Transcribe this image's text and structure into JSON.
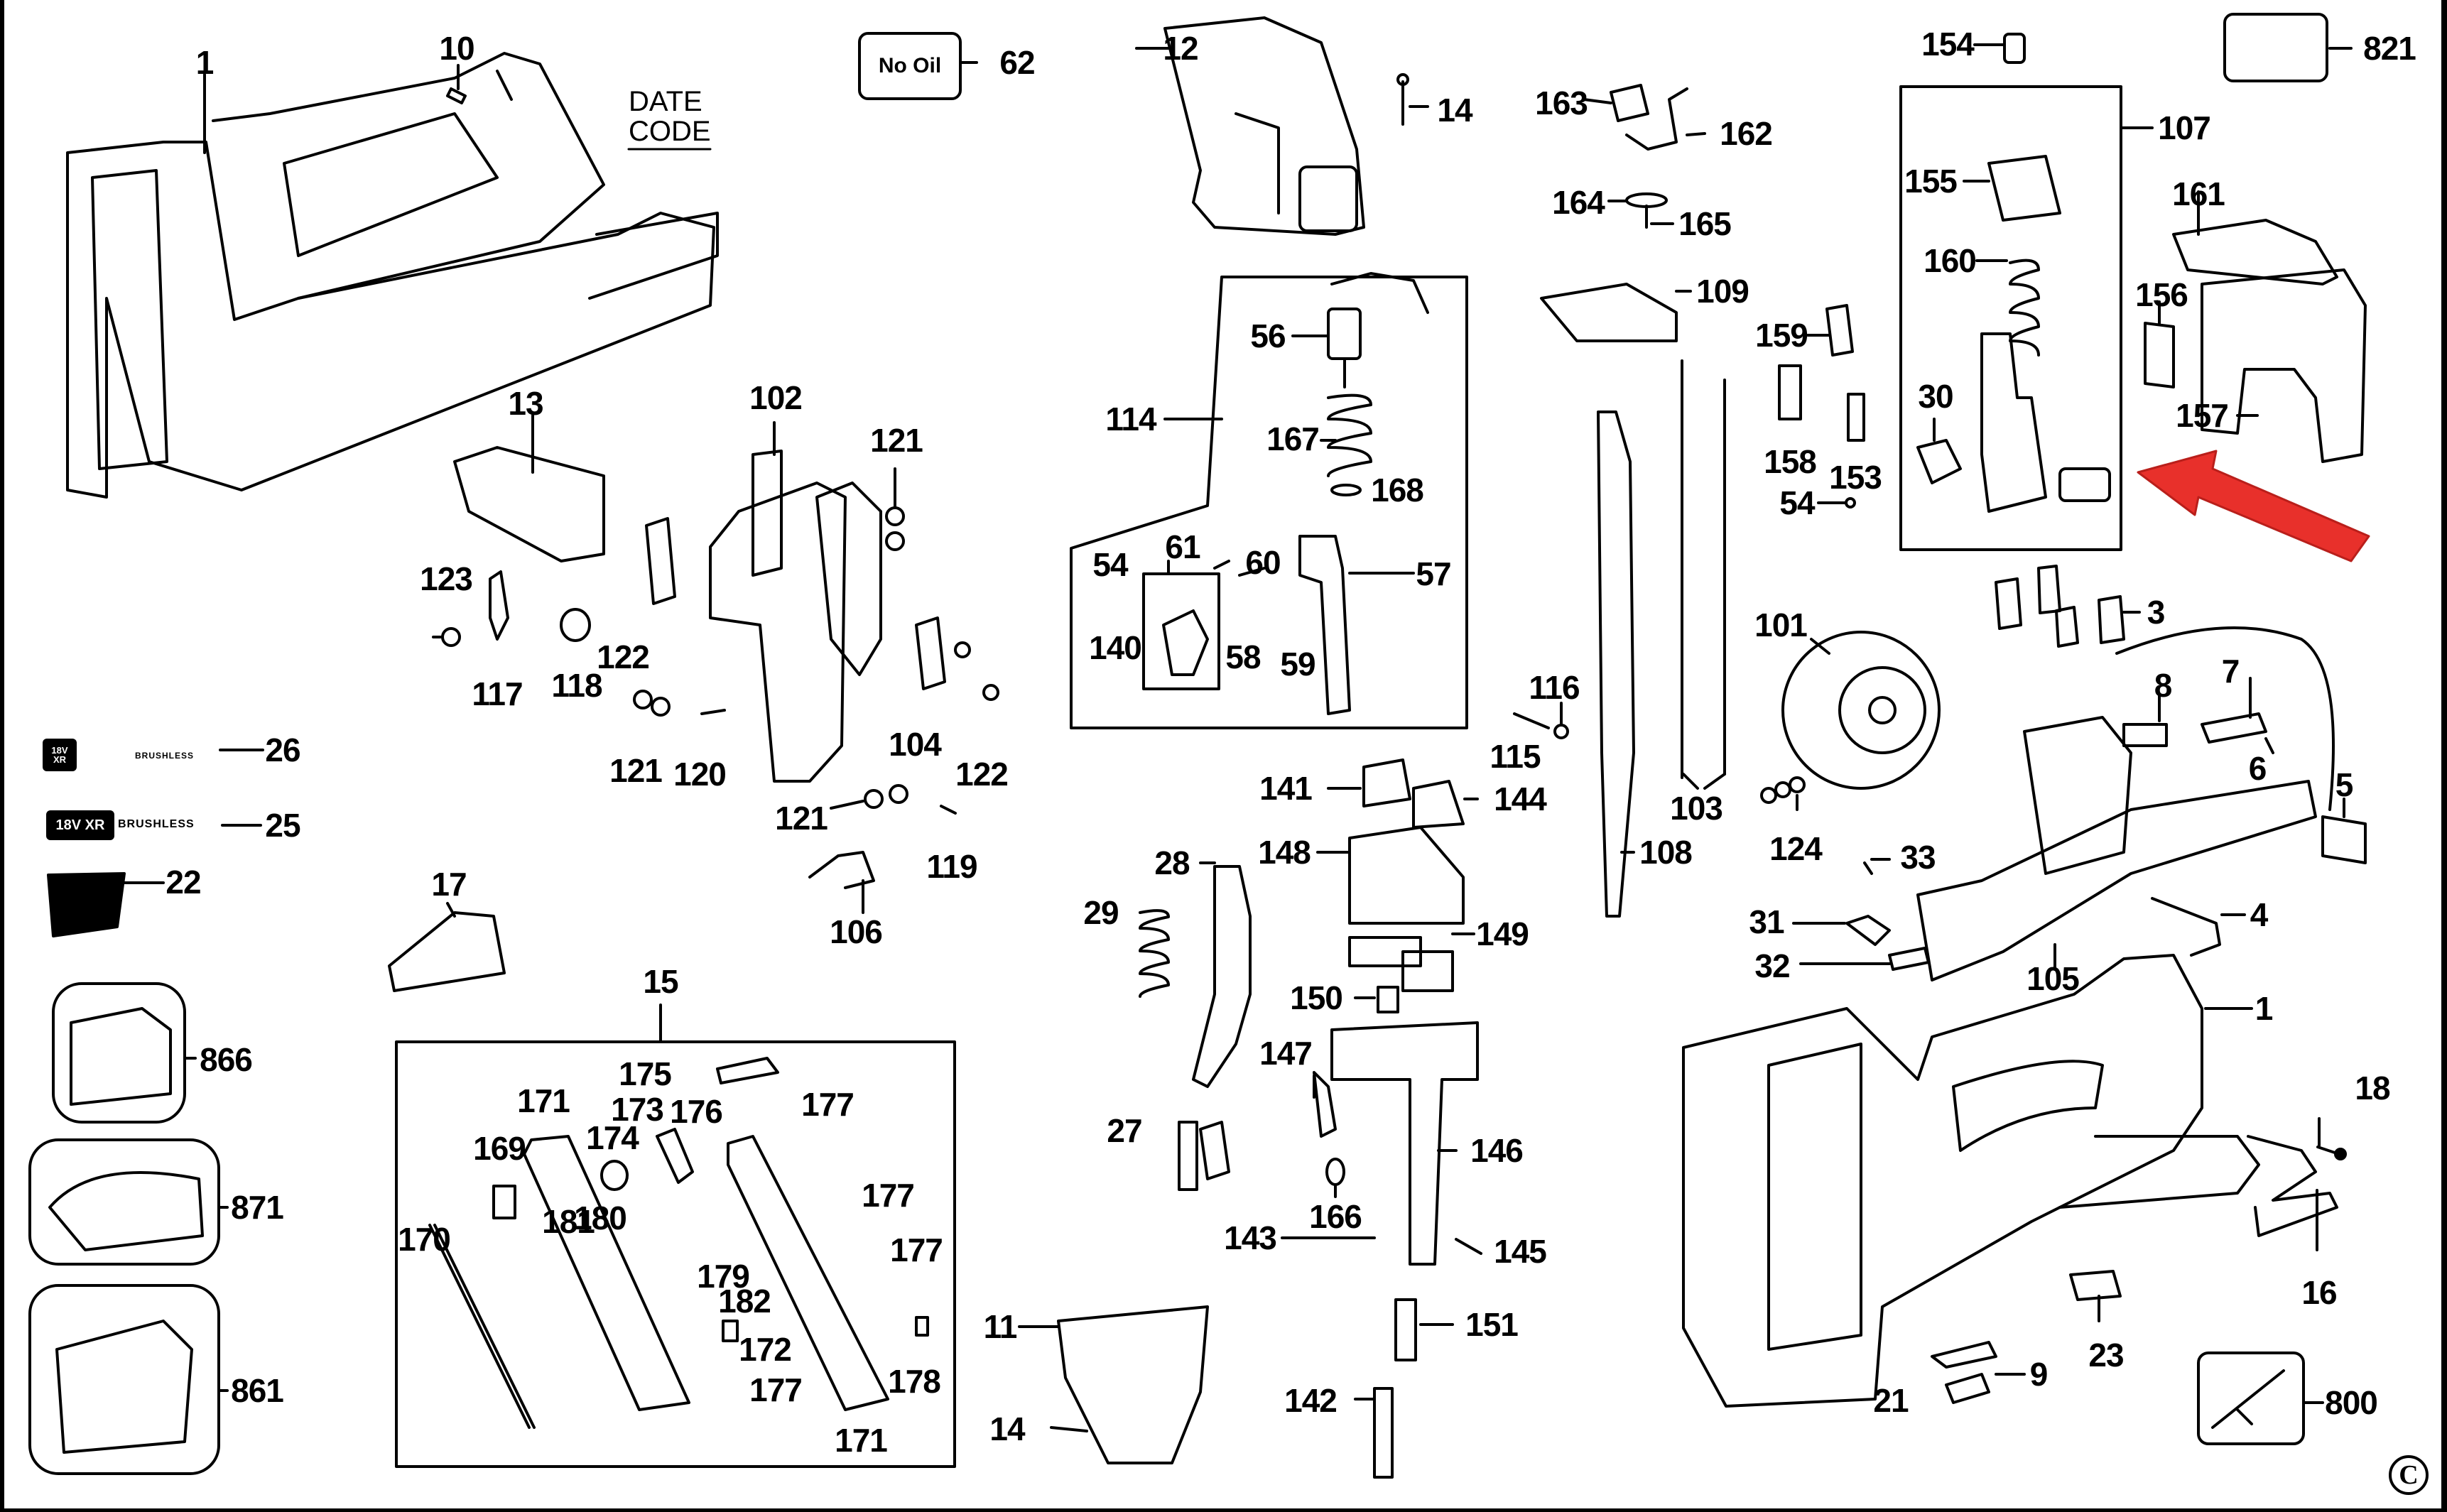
{
  "diagram": {
    "title": "Exploded parts diagram - cordless nailer",
    "date_code_label": [
      "DATE",
      "CODE"
    ],
    "no_oil_label": "No Oil",
    "blank_label_821": "",
    "badge_26": {
      "line1": "18V",
      "line2": "XR",
      "text": "BRUSHLESS"
    },
    "badge_25": {
      "text": "18V XR",
      "brushless": "BRUSHLESS"
    },
    "inset_800_label": "800",
    "copyright": "C",
    "accent_arrow_color": "#e8302b",
    "callouts": [
      {
        "id": "1a",
        "text": "1"
      },
      {
        "id": "10",
        "text": "10"
      },
      {
        "id": "62",
        "text": "62"
      },
      {
        "id": "12",
        "text": "12"
      },
      {
        "id": "14a",
        "text": "14"
      },
      {
        "id": "163",
        "text": "163"
      },
      {
        "id": "162",
        "text": "162"
      },
      {
        "id": "164",
        "text": "164"
      },
      {
        "id": "165",
        "text": "165"
      },
      {
        "id": "154",
        "text": "154"
      },
      {
        "id": "821",
        "text": "821"
      },
      {
        "id": "107",
        "text": "107"
      },
      {
        "id": "155",
        "text": "155"
      },
      {
        "id": "161",
        "text": "161"
      },
      {
        "id": "160",
        "text": "160"
      },
      {
        "id": "156",
        "text": "156"
      },
      {
        "id": "157",
        "text": "157"
      },
      {
        "id": "30",
        "text": "30"
      },
      {
        "id": "109",
        "text": "109"
      },
      {
        "id": "159",
        "text": "159"
      },
      {
        "id": "158",
        "text": "158"
      },
      {
        "id": "153",
        "text": "153"
      },
      {
        "id": "54b",
        "text": "54"
      },
      {
        "id": "13",
        "text": "13"
      },
      {
        "id": "102",
        "text": "102"
      },
      {
        "id": "121a",
        "text": "121"
      },
      {
        "id": "114",
        "text": "114"
      },
      {
        "id": "56",
        "text": "56"
      },
      {
        "id": "167",
        "text": "167"
      },
      {
        "id": "168",
        "text": "168"
      },
      {
        "id": "61",
        "text": "61"
      },
      {
        "id": "54a",
        "text": "54"
      },
      {
        "id": "60",
        "text": "60"
      },
      {
        "id": "57",
        "text": "57"
      },
      {
        "id": "140",
        "text": "140"
      },
      {
        "id": "58",
        "text": "58"
      },
      {
        "id": "59",
        "text": "59"
      },
      {
        "id": "123",
        "text": "123"
      },
      {
        "id": "122a",
        "text": "122"
      },
      {
        "id": "117",
        "text": "117"
      },
      {
        "id": "118",
        "text": "118"
      },
      {
        "id": "121b",
        "text": "121"
      },
      {
        "id": "120",
        "text": "120"
      },
      {
        "id": "104",
        "text": "104"
      },
      {
        "id": "122b",
        "text": "122"
      },
      {
        "id": "121c",
        "text": "121"
      },
      {
        "id": "119",
        "text": "119"
      },
      {
        "id": "106",
        "text": "106"
      },
      {
        "id": "26",
        "text": "26"
      },
      {
        "id": "25",
        "text": "25"
      },
      {
        "id": "22",
        "text": "22"
      },
      {
        "id": "17",
        "text": "17"
      },
      {
        "id": "866",
        "text": "866"
      },
      {
        "id": "871",
        "text": "871"
      },
      {
        "id": "861",
        "text": "861"
      },
      {
        "id": "15",
        "text": "15"
      },
      {
        "id": "175",
        "text": "175"
      },
      {
        "id": "171a",
        "text": "171"
      },
      {
        "id": "173",
        "text": "173"
      },
      {
        "id": "176",
        "text": "176"
      },
      {
        "id": "177a",
        "text": "177"
      },
      {
        "id": "174",
        "text": "174"
      },
      {
        "id": "169",
        "text": "169"
      },
      {
        "id": "181",
        "text": "181"
      },
      {
        "id": "180",
        "text": "180"
      },
      {
        "id": "177b",
        "text": "177"
      },
      {
        "id": "170",
        "text": "170"
      },
      {
        "id": "177c",
        "text": "177"
      },
      {
        "id": "179",
        "text": "179"
      },
      {
        "id": "182",
        "text": "182"
      },
      {
        "id": "172",
        "text": "172"
      },
      {
        "id": "177d",
        "text": "177"
      },
      {
        "id": "178",
        "text": "178"
      },
      {
        "id": "171b",
        "text": "171"
      },
      {
        "id": "116",
        "text": "116"
      },
      {
        "id": "115",
        "text": "115"
      },
      {
        "id": "103",
        "text": "103"
      },
      {
        "id": "108",
        "text": "108"
      },
      {
        "id": "141",
        "text": "141"
      },
      {
        "id": "144",
        "text": "144"
      },
      {
        "id": "148",
        "text": "148"
      },
      {
        "id": "28",
        "text": "28"
      },
      {
        "id": "29",
        "text": "29"
      },
      {
        "id": "149",
        "text": "149"
      },
      {
        "id": "150",
        "text": "150"
      },
      {
        "id": "147",
        "text": "147"
      },
      {
        "id": "27",
        "text": "27"
      },
      {
        "id": "146",
        "text": "146"
      },
      {
        "id": "166",
        "text": "166"
      },
      {
        "id": "143",
        "text": "143"
      },
      {
        "id": "145",
        "text": "145"
      },
      {
        "id": "11",
        "text": "11"
      },
      {
        "id": "151",
        "text": "151"
      },
      {
        "id": "14b",
        "text": "14"
      },
      {
        "id": "142",
        "text": "142"
      },
      {
        "id": "101",
        "text": "101"
      },
      {
        "id": "3",
        "text": "3"
      },
      {
        "id": "8",
        "text": "8"
      },
      {
        "id": "7",
        "text": "7"
      },
      {
        "id": "6",
        "text": "6"
      },
      {
        "id": "5",
        "text": "5"
      },
      {
        "id": "124",
        "text": "124"
      },
      {
        "id": "33",
        "text": "33"
      },
      {
        "id": "31",
        "text": "31"
      },
      {
        "id": "4",
        "text": "4"
      },
      {
        "id": "32",
        "text": "32"
      },
      {
        "id": "105",
        "text": "105"
      },
      {
        "id": "1b",
        "text": "1"
      },
      {
        "id": "18",
        "text": "18"
      },
      {
        "id": "16",
        "text": "16"
      },
      {
        "id": "23",
        "text": "23"
      },
      {
        "id": "9",
        "text": "9"
      },
      {
        "id": "21",
        "text": "21"
      },
      {
        "id": "800",
        "text": "800"
      }
    ]
  }
}
